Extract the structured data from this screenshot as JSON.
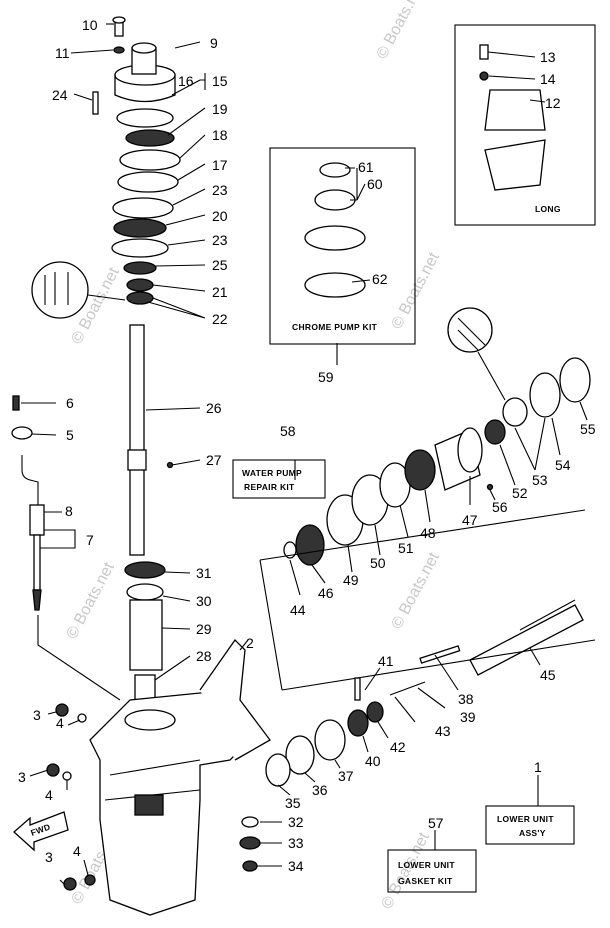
{
  "callouts": [
    "1",
    "2",
    "3",
    "4",
    "5",
    "6",
    "7",
    "8",
    "9",
    "10",
    "11",
    "12",
    "13",
    "14",
    "15",
    "16",
    "17",
    "18",
    "19",
    "20",
    "21",
    "22",
    "23",
    "24",
    "25",
    "26",
    "27",
    "28",
    "29",
    "30",
    "31",
    "32",
    "33",
    "34",
    "35",
    "36",
    "37",
    "38",
    "39",
    "40",
    "41",
    "42",
    "43",
    "44",
    "45",
    "46",
    "47",
    "48",
    "49",
    "50",
    "51",
    "52",
    "53",
    "54",
    "55",
    "56",
    "57",
    "58",
    "59",
    "60",
    "61",
    "62"
  ],
  "boxes": {
    "chrome_pump_kit": "CHROME PUMP KIT",
    "long": "LONG",
    "water_pump_repair_kit": [
      "WATER PUMP",
      "REPAIR KIT"
    ],
    "lower_unit_assy": [
      "LOWER UNIT",
      "ASS'Y"
    ],
    "lower_unit_gasket_kit": [
      "LOWER UNIT",
      "GASKET KIT"
    ],
    "fwd_arrow": "FWD"
  },
  "watermark": "© Boats.net"
}
